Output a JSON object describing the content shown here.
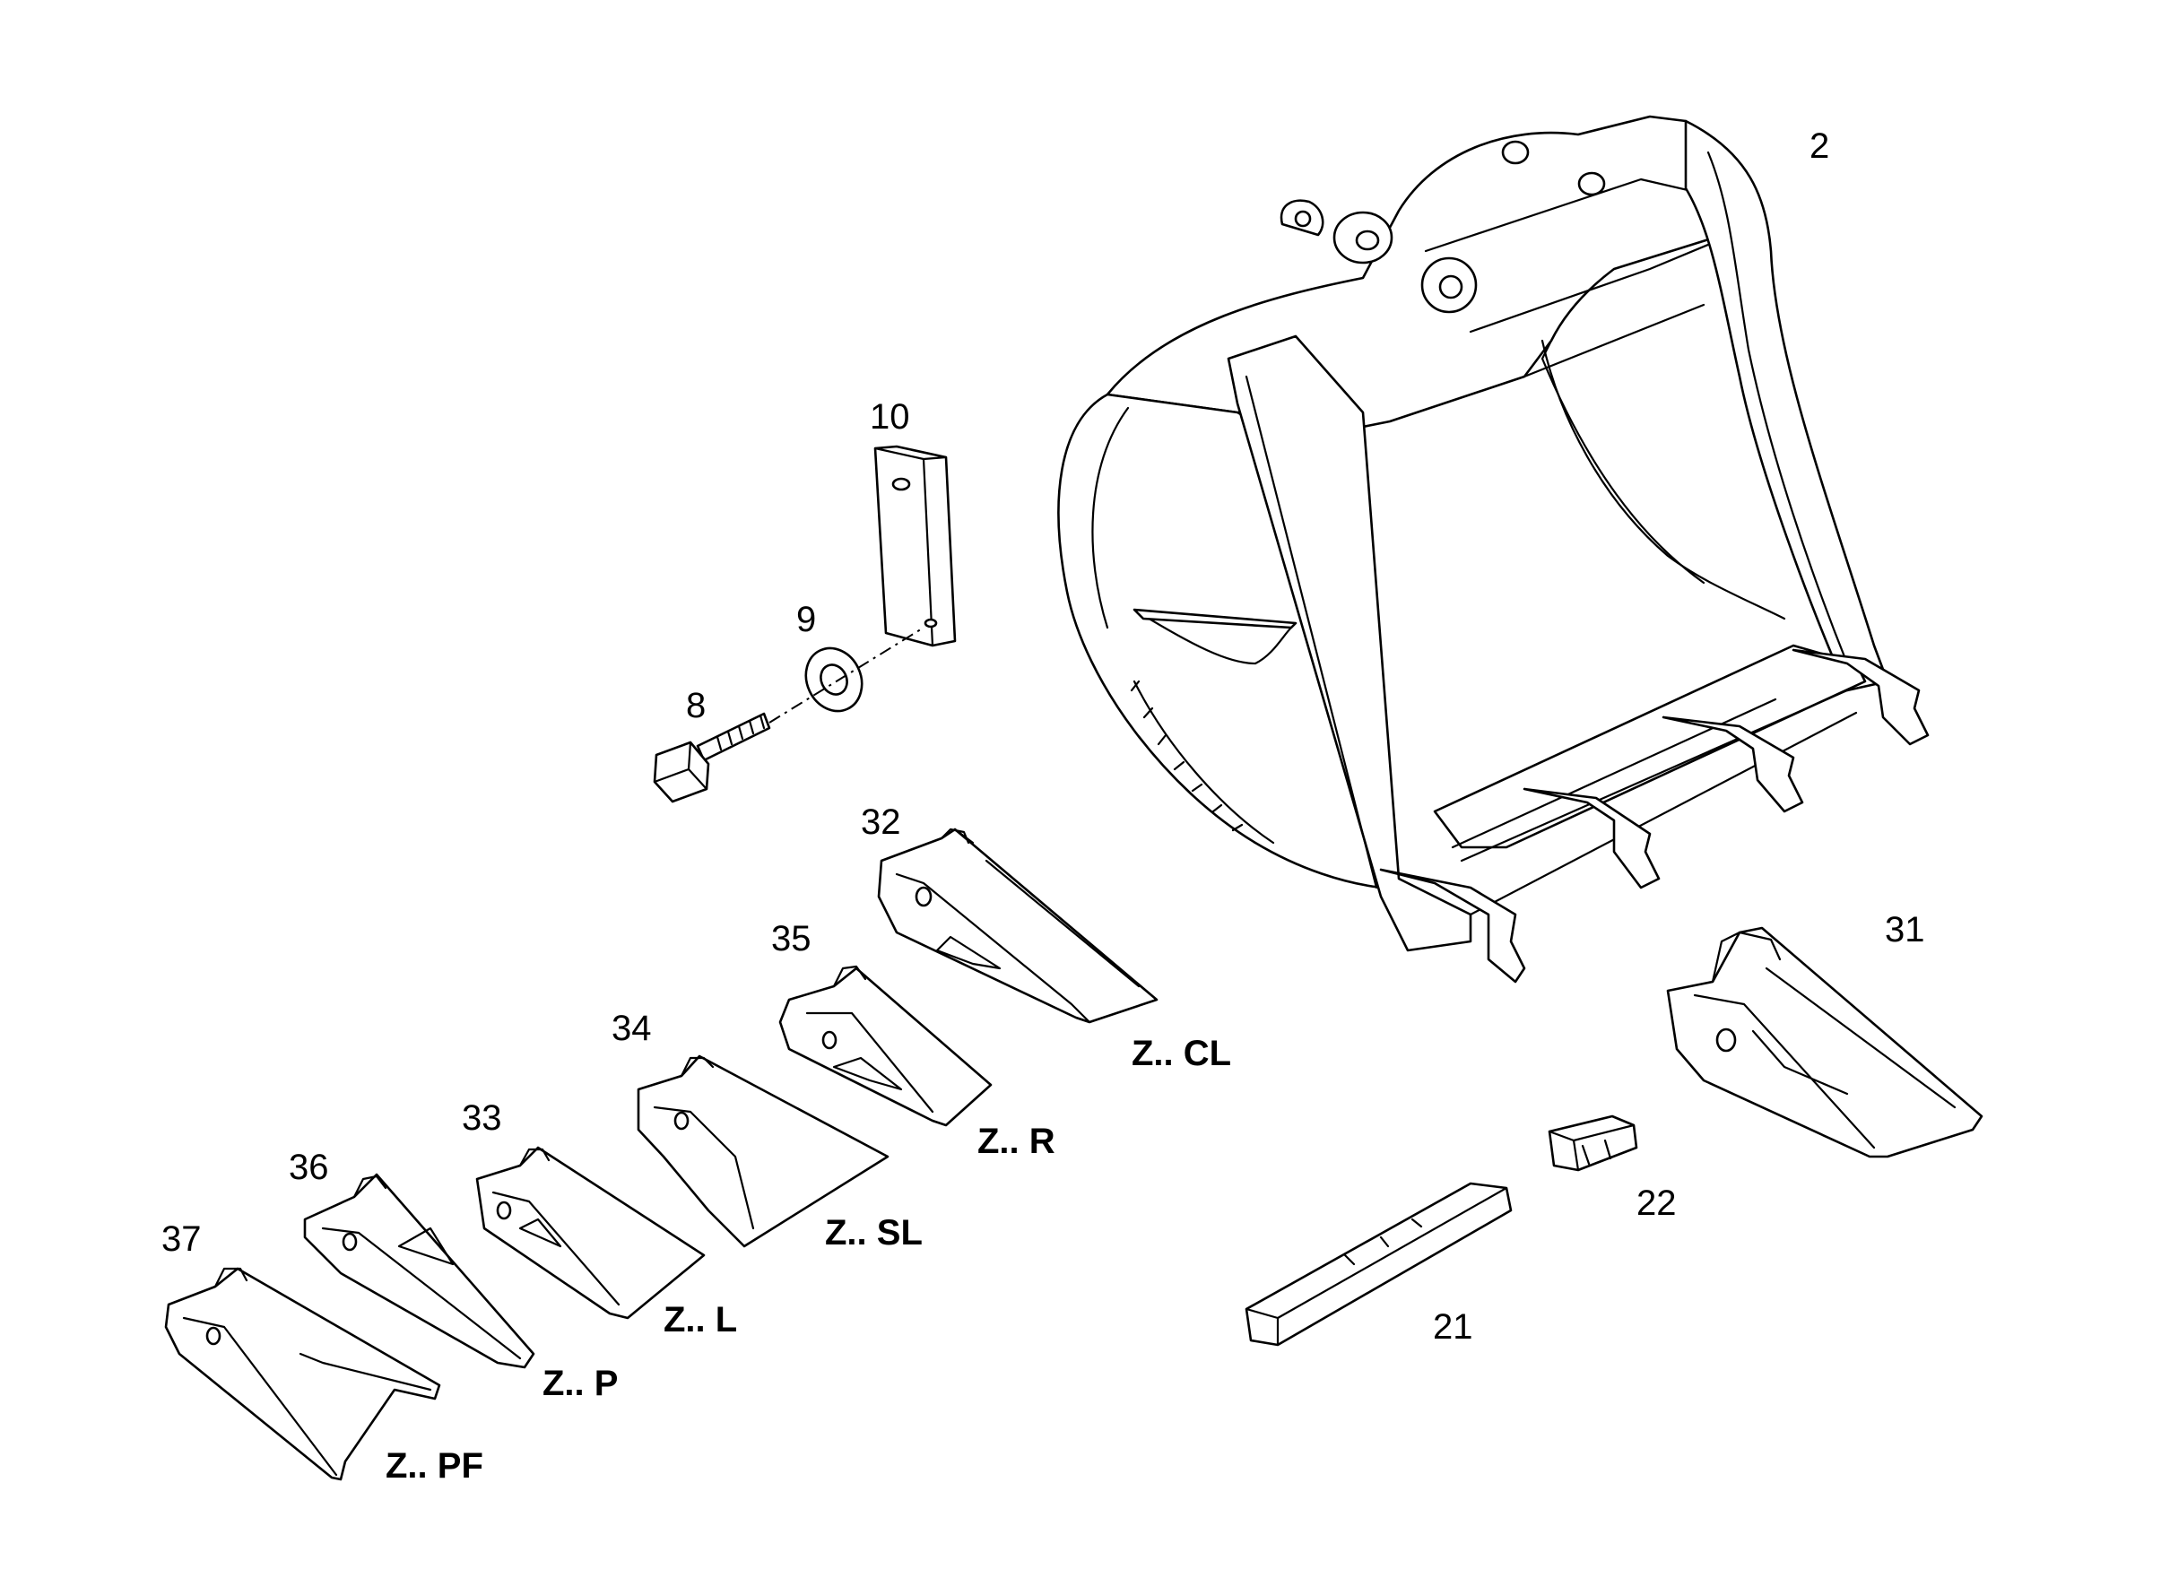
{
  "diagram": {
    "colors": {
      "line": "#000000",
      "background": "#ffffff"
    },
    "callouts": {
      "bucket": "2",
      "plate": "10",
      "washer": "9",
      "bolt": "8",
      "tooth_cl": "32",
      "tooth_r": "35",
      "tooth_sl": "34",
      "tooth_l": "33",
      "tooth_p": "36",
      "tooth_pf": "37",
      "tooth_large": "31",
      "retainer": "22",
      "pin": "21"
    },
    "tooth_codes": {
      "cl": "Z.. CL",
      "r": "Z.. R",
      "sl": "Z.. SL",
      "l": "Z.. L",
      "p": "Z.. P",
      "pf": "Z.. PF"
    }
  }
}
